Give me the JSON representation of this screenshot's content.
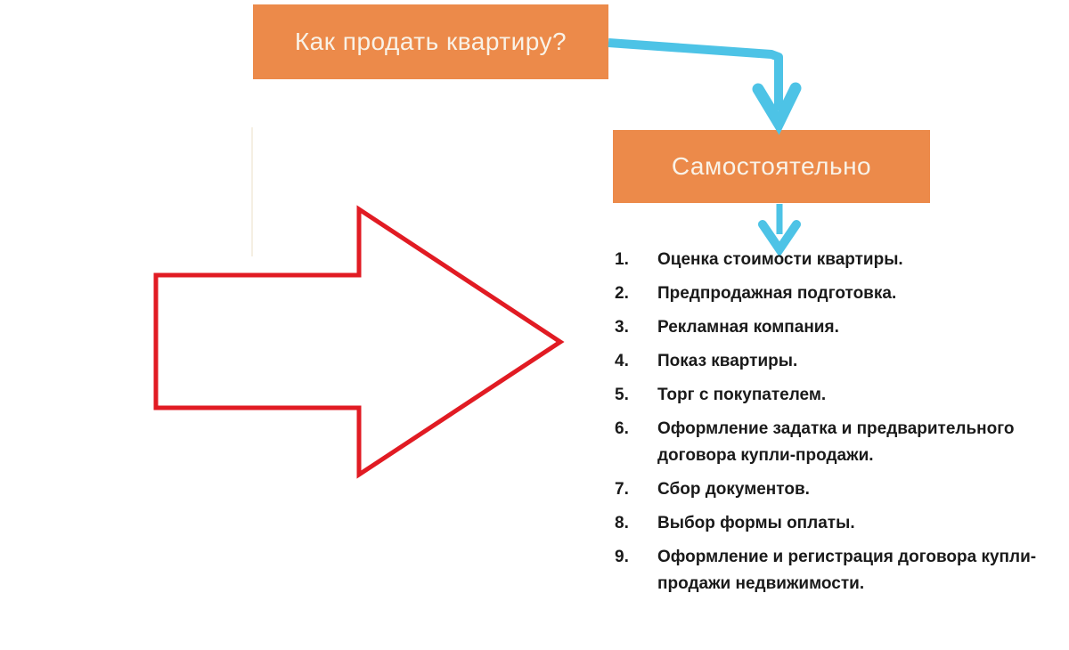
{
  "diagram": {
    "title_box": {
      "label": "Как продать квартиру?"
    },
    "branch_box": {
      "label": "Самостоятельно"
    },
    "steps": [
      "Оценка стоимости квартиры.",
      "Предпродажная подготовка.",
      "Рекламная компания.",
      "Показ квартиры.",
      "Торг с покупателем.",
      "Оформление задатка и предварительного договора купли-продажи.",
      "Сбор документов.",
      "Выбор формы оплаты.",
      "Оформление и регистрация договора купли-продажи недвижимости."
    ],
    "icons": [
      "elbow-connector-down-arrow",
      "down-arrow",
      "right-block-arrow"
    ],
    "colors": {
      "accent_orange": "#EC8A4A",
      "box_text": "#F9F2E7",
      "connector_blue": "#4DC3E6",
      "arrow_red": "#E11B23",
      "step_text": "#1A1A1A",
      "background": "#FFFFFF"
    }
  }
}
